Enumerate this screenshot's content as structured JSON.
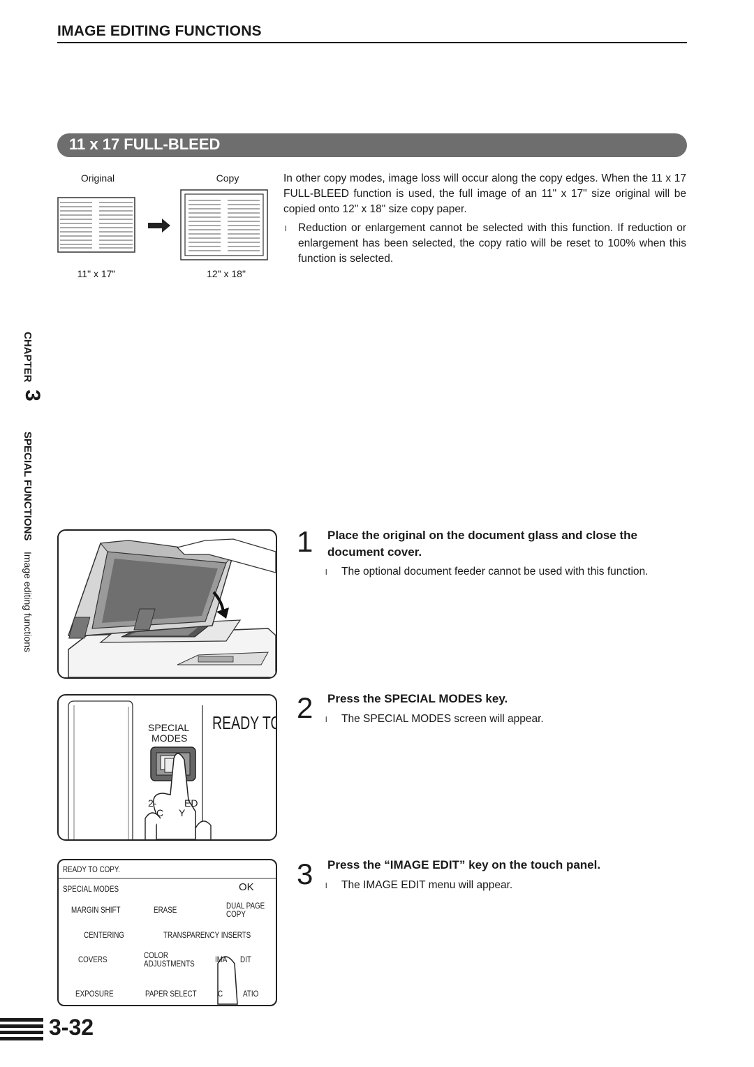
{
  "header": {
    "title": "IMAGE EDITING FUNCTIONS"
  },
  "section": {
    "title": "11 x 17 FULL-BLEED"
  },
  "diagram": {
    "original_label": "Original",
    "copy_label": "Copy",
    "original_size": "11\" x 17\"",
    "copy_size": "12\" x 18\""
  },
  "intro": {
    "paragraph": "In other copy modes, image loss will occur along the copy edges. When the 11 x 17 FULL-BLEED function is used, the full image of an 11\" x 17\" size original will be copied onto 12\" x 18\" size copy paper.",
    "bullet": "Reduction or enlargement cannot be selected with this function. If reduction or enlargement has been selected, the copy ratio will be reset to 100% when this function is selected."
  },
  "side_tab": {
    "chapter": "CHAPTER",
    "chapter_num": "3",
    "section": "SPECIAL FUNCTIONS",
    "subsection": "Image editing functions"
  },
  "steps": [
    {
      "num": "1",
      "title": "Place the original on the document glass and close the document cover.",
      "bullet": "The optional document feeder cannot be used with this function."
    },
    {
      "num": "2",
      "title": "Press the SPECIAL MODES key.",
      "bullet": "The SPECIAL MODES screen will appear."
    },
    {
      "num": "3",
      "title": "Press the “IMAGE EDIT” key on the touch panel.",
      "bullet": "The IMAGE EDIT menu will appear."
    }
  ],
  "keypad_illustration": {
    "special_label_1": "SPECIAL",
    "special_label_2": "MODES",
    "ready_text": "READY TO",
    "sided_partial": "2-",
    "sided_partial_2": "ED",
    "copy_partial": "C",
    "copy_partial_2": "Y"
  },
  "lcd": {
    "status": "READY TO COPY.",
    "title": "SPECIAL MODES",
    "ok": "OK",
    "keys": {
      "margin_shift": "MARGIN SHIFT",
      "erase": "ERASE",
      "dual_page_1": "DUAL PAGE",
      "dual_page_2": "COPY",
      "centering": "CENTERING",
      "transparency": "TRANSPARENCY INSERTS",
      "covers": "COVERS",
      "color_1": "COLOR",
      "color_2": "ADJUSTMENTS",
      "image_edit_a": "IMA",
      "image_edit_b": "DIT",
      "exposure": "EXPOSURE",
      "paper_select": "PAPER SELECT",
      "ratio_a": "C",
      "ratio_b": "ATIO"
    }
  },
  "page_number": "3-32",
  "bullet_glyph": "l"
}
